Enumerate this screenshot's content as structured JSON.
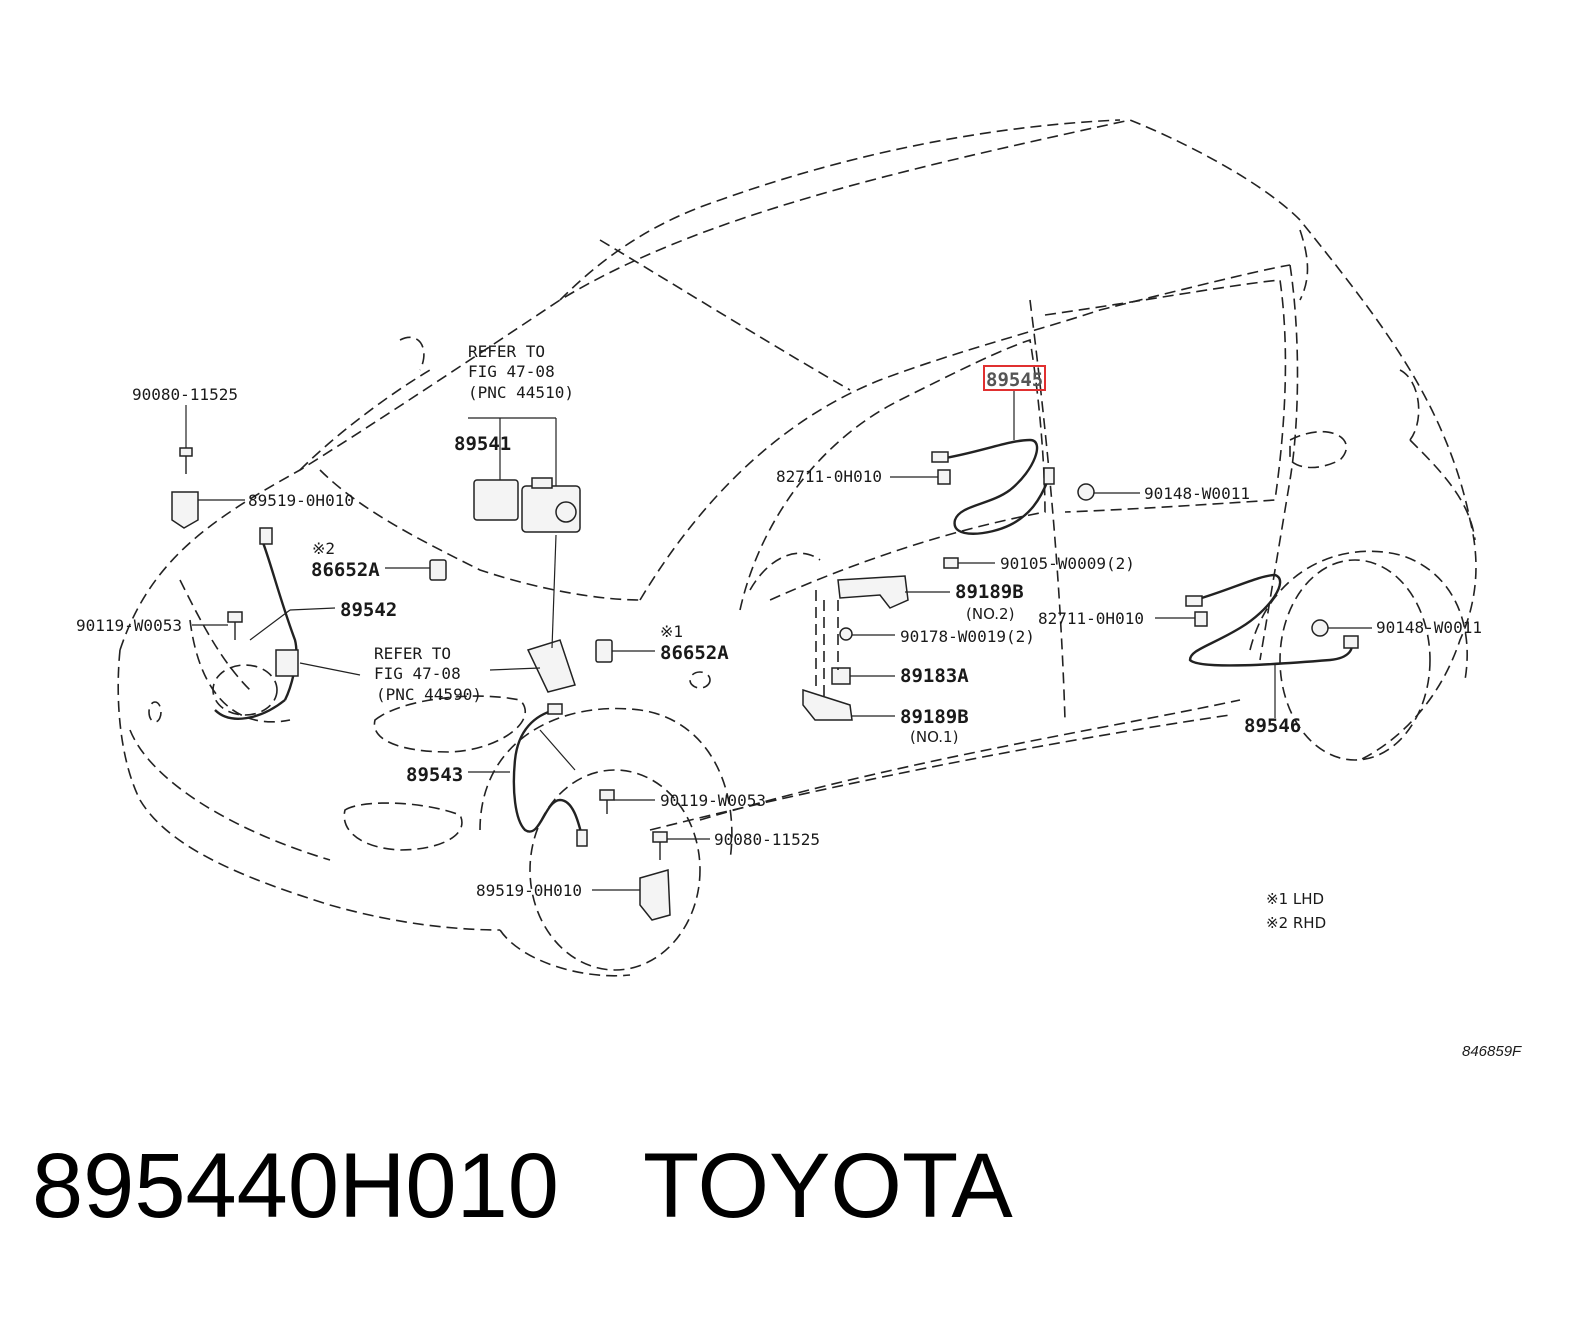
{
  "labels": {
    "p90080_top": "90080-11525",
    "p89519_top": "89519-0H010",
    "refer_a_1": "REFER TO",
    "refer_a_2": "FIG 47-08",
    "refer_a_3": "(PNC 44510)",
    "p89541": "89541",
    "note2_mark": "※2",
    "p86652a_rhd": "86652A",
    "p89542": "89542",
    "p90119_left": "90119-W0053",
    "refer_b_1": "REFER TO",
    "refer_b_2": "FIG 47-08",
    "refer_b_3": "(PNC 44590)",
    "note1_mark": "※1",
    "p86652a_lhd": "86652A",
    "p89543": "89543",
    "p90119_front": "90119-W0053",
    "p90080_front": "90080-11525",
    "p89519_front": "89519-0H010",
    "p89545": "89545",
    "p82711_top": "82711-0H010",
    "p90148_top": "90148-W0011",
    "p90105": "90105-W0009(2)",
    "p89189b_no2": "89189B",
    "no2": "(NO.2)",
    "p82711_rear": "82711-0H010",
    "p90148_rear": "90148-W0011",
    "p90178": "90178-W0019(2)",
    "p89183a": "89183A",
    "p89189b_no1": "89189B",
    "no1": "(NO.1)",
    "p89546": "89546"
  },
  "highlighted_label": "89545",
  "highlight_color": "#e03030",
  "legend": {
    "lhd": "※1 LHD",
    "rhd": "※2 RHD"
  },
  "figure_code": "846859F",
  "caption": {
    "part_number": "895440H010",
    "brand": "TOYOTA"
  }
}
